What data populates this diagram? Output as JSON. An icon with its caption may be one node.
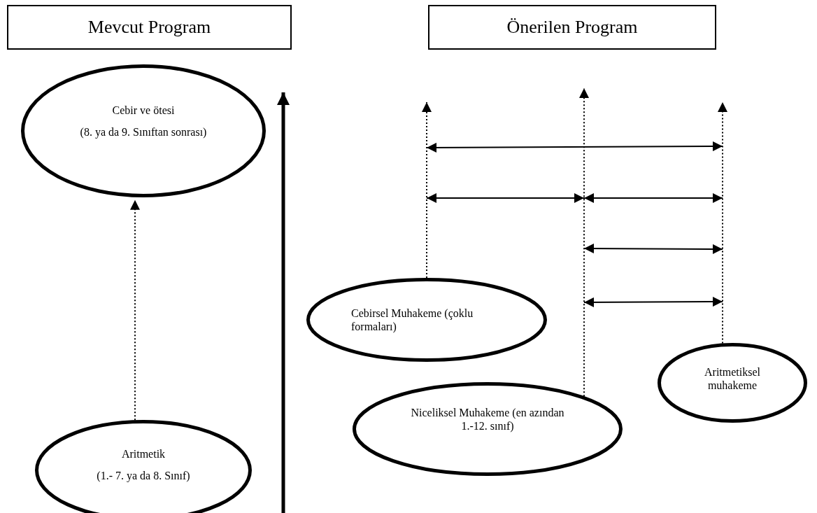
{
  "diagram": {
    "nodes": [
      {
        "text": [
          "Mevcut Program"
        ]
      },
      {
        "text": [
          "Önerilen Program"
        ]
      },
      {
        "text": [
          "Cebir ve ötesi",
          "(8. ya da 9. Sınıftan sonrası)"
        ]
      },
      {
        "text": [
          "Aritmetik",
          "(1.- 7. ya da 8. Sınıf)"
        ]
      },
      {
        "text": [
          "Cebirsel Muhakeme (çoklu formaları)"
        ]
      },
      {
        "text": [
          "Niceliksel Muhakeme (en azından 1.-12. sınıf)"
        ]
      },
      {
        "text": [
          "Aritmetiksel muhakeme"
        ]
      }
    ],
    "edges": [
      {
        "from": 3,
        "to": 2,
        "arrow": "to",
        "style": "dashed"
      },
      {
        "from": 4,
        "to": null,
        "arrow": "to",
        "style": "dashed"
      },
      {
        "from": 5,
        "to": null,
        "arrow": "to",
        "style": "dashed"
      },
      {
        "from": 6,
        "to": null,
        "arrow": "to",
        "style": "dashed"
      }
    ]
  }
}
